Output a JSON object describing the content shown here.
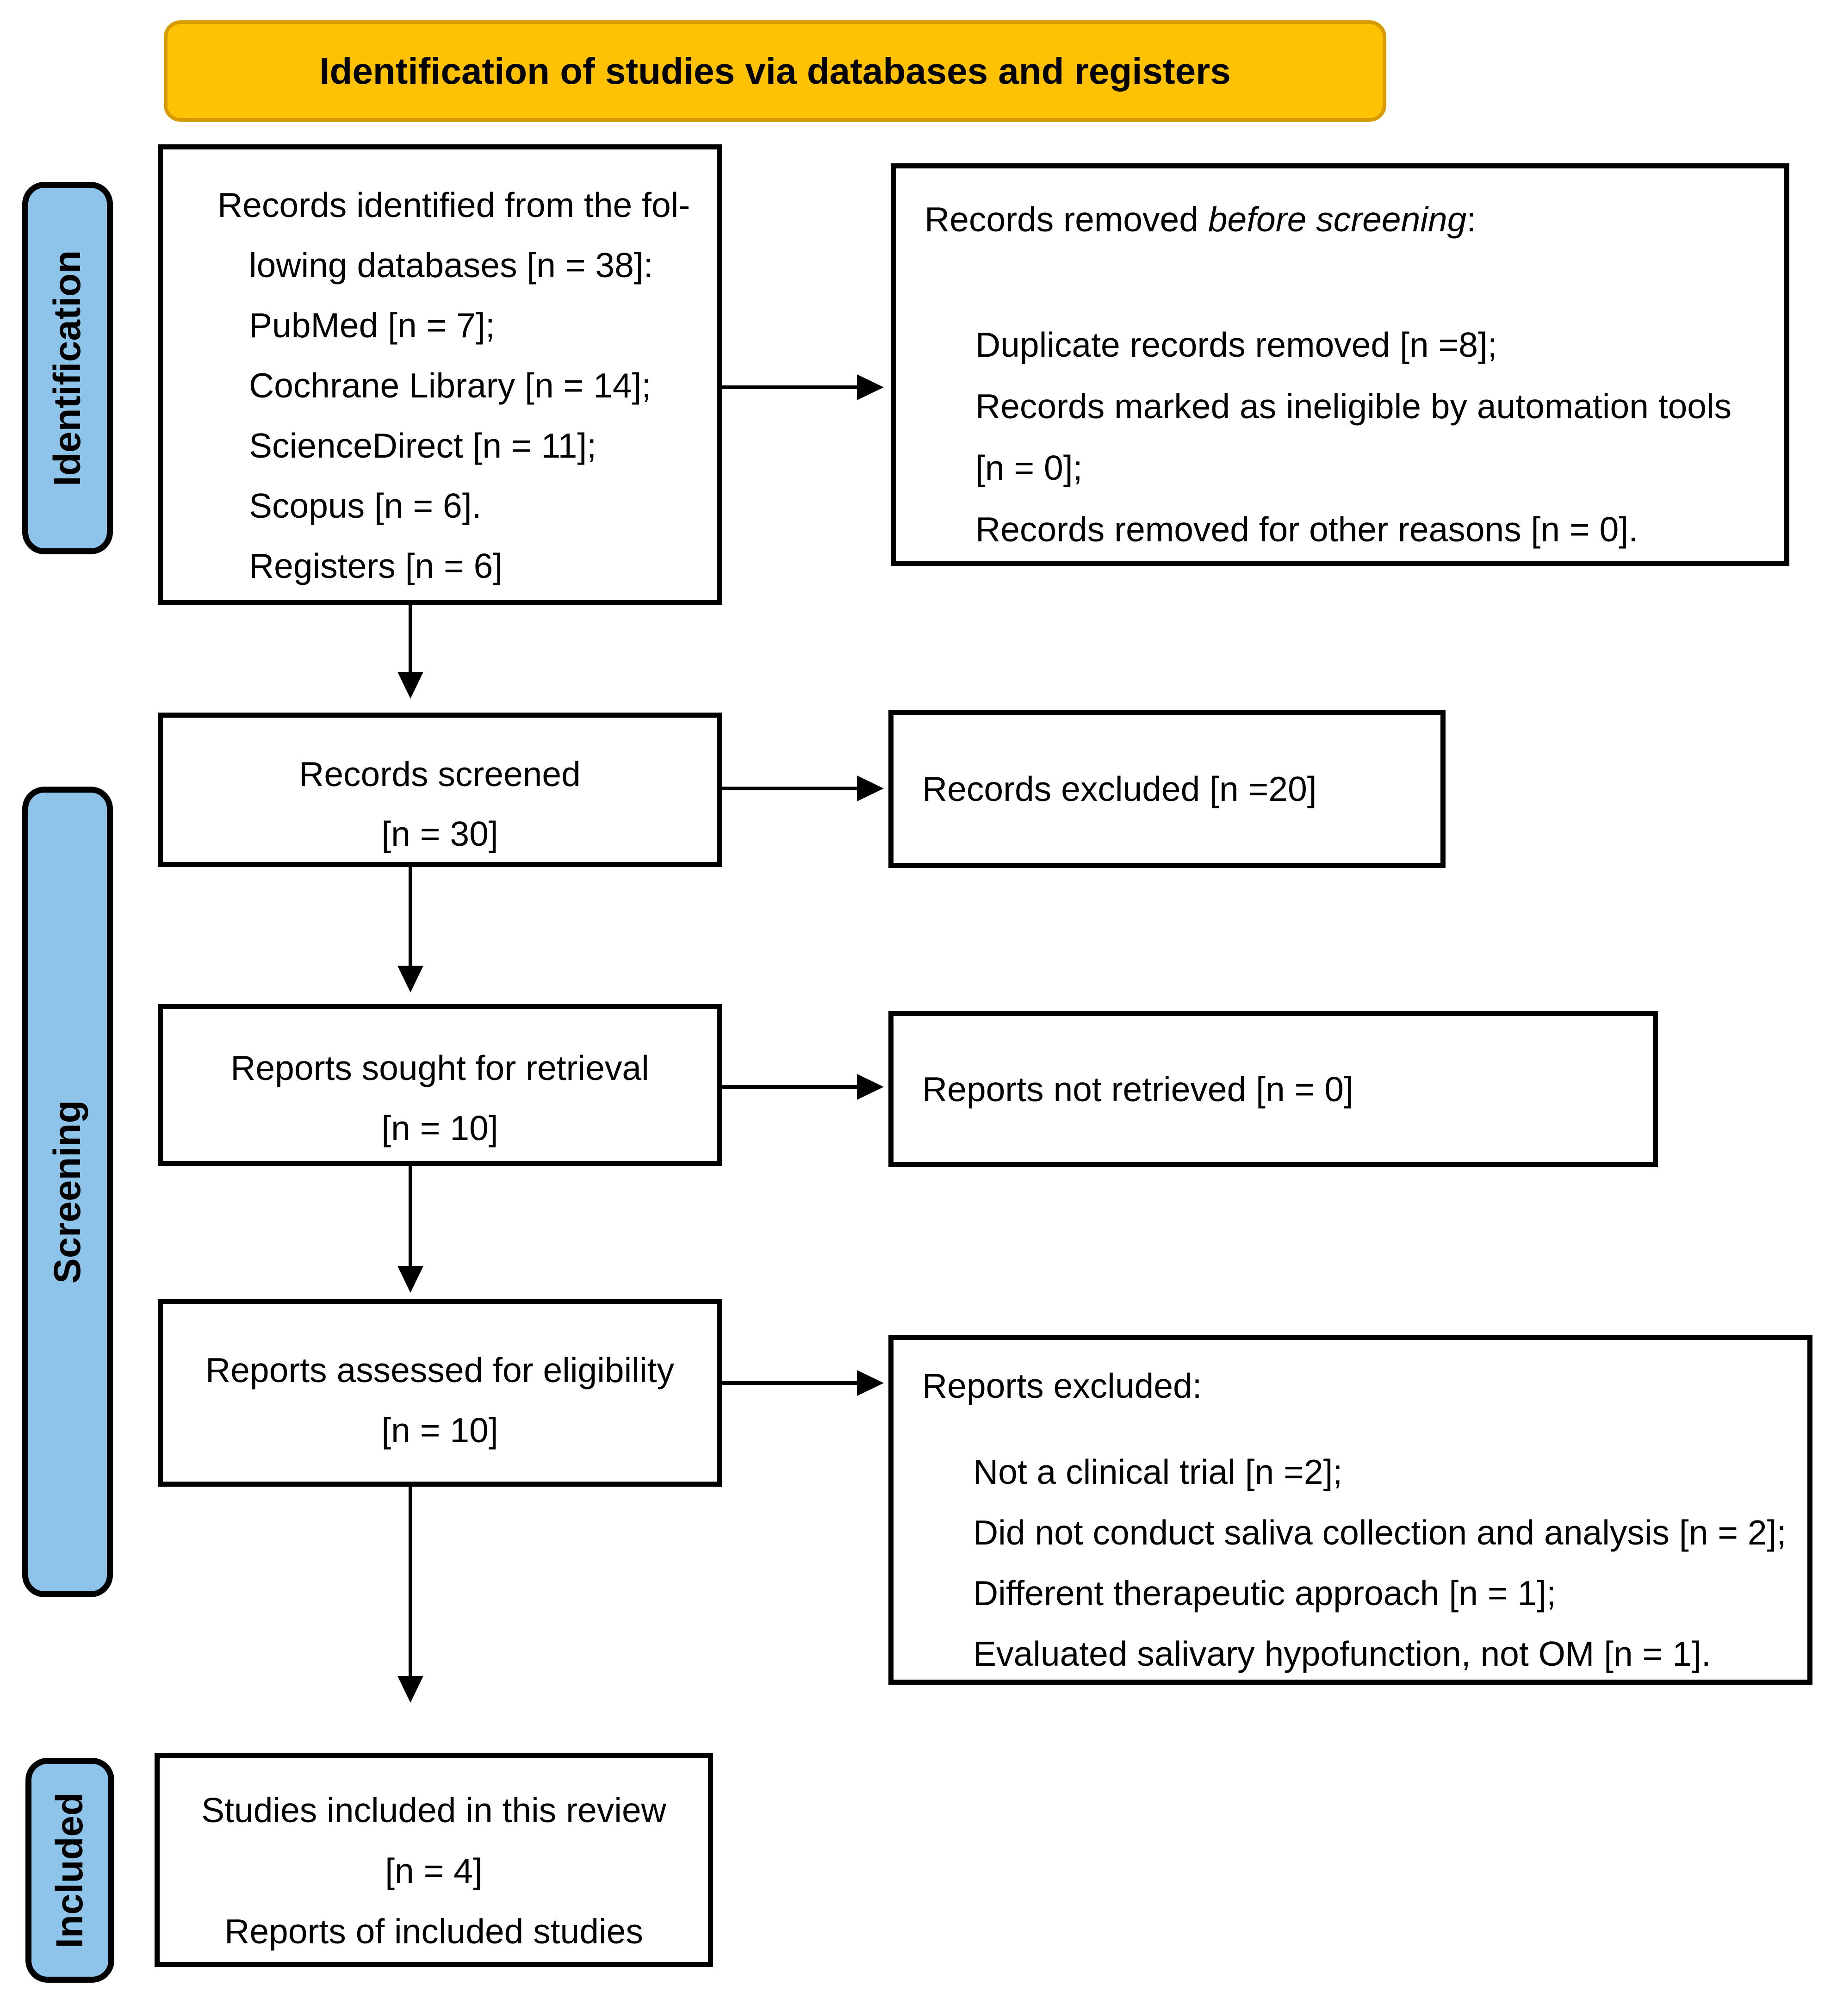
{
  "banner": {
    "label": "Identification of studies via databases and registers"
  },
  "sidebar": {
    "identification": "Identification",
    "screening": "Screening",
    "included": "Included"
  },
  "boxes": {
    "identified": {
      "line1": "Records identified from the fol-",
      "lines": [
        "lowing databases [n = 38]:",
        "PubMed [n = 7];",
        "Cochrane Library [n = 14];",
        "ScienceDirect [n = 11];",
        "Scopus [n = 6].",
        "Registers [n = 6]"
      ]
    },
    "removed": {
      "heading_prefix": "Records removed ",
      "heading_italic": "before screening",
      "heading_suffix": ":",
      "items": [
        "Duplicate records removed [n =8];",
        "Records marked as ineligible by automation tools",
        "[n = 0];",
        "Records removed for other reasons [n = 0]."
      ]
    },
    "screened": {
      "line1": "Records screened",
      "line2": "[n = 30]"
    },
    "excluded": {
      "label": "Records excluded [n =20]"
    },
    "sought": {
      "line1": "Reports sought for retrieval",
      "line2": "[n = 10]"
    },
    "not_retrieved": {
      "label": "Reports not retrieved [n = 0]"
    },
    "assessed": {
      "line1": "Reports assessed for eligibility",
      "line2": "[n = 10]"
    },
    "reports_excluded": {
      "heading": "Reports excluded:",
      "items": [
        "Not a clinical trial [n =2];",
        "Did not conduct saliva collection and analysis [n = 2];",
        "Different therapeutic approach [n = 1];",
        "Evaluated salivary hypofunction, not OM [n = 1]."
      ]
    },
    "included_studies": {
      "line1": "Studies included in this review",
      "line2": "[n = 4]",
      "line3": "Reports of included studies"
    }
  },
  "colors": {
    "banner_fill": "#FFC103",
    "banner_border": "#D79B00",
    "sidebar_fill": "#8FC4EA",
    "box_border": "#000000",
    "background": "#FFFFFF",
    "text": "#000000"
  }
}
